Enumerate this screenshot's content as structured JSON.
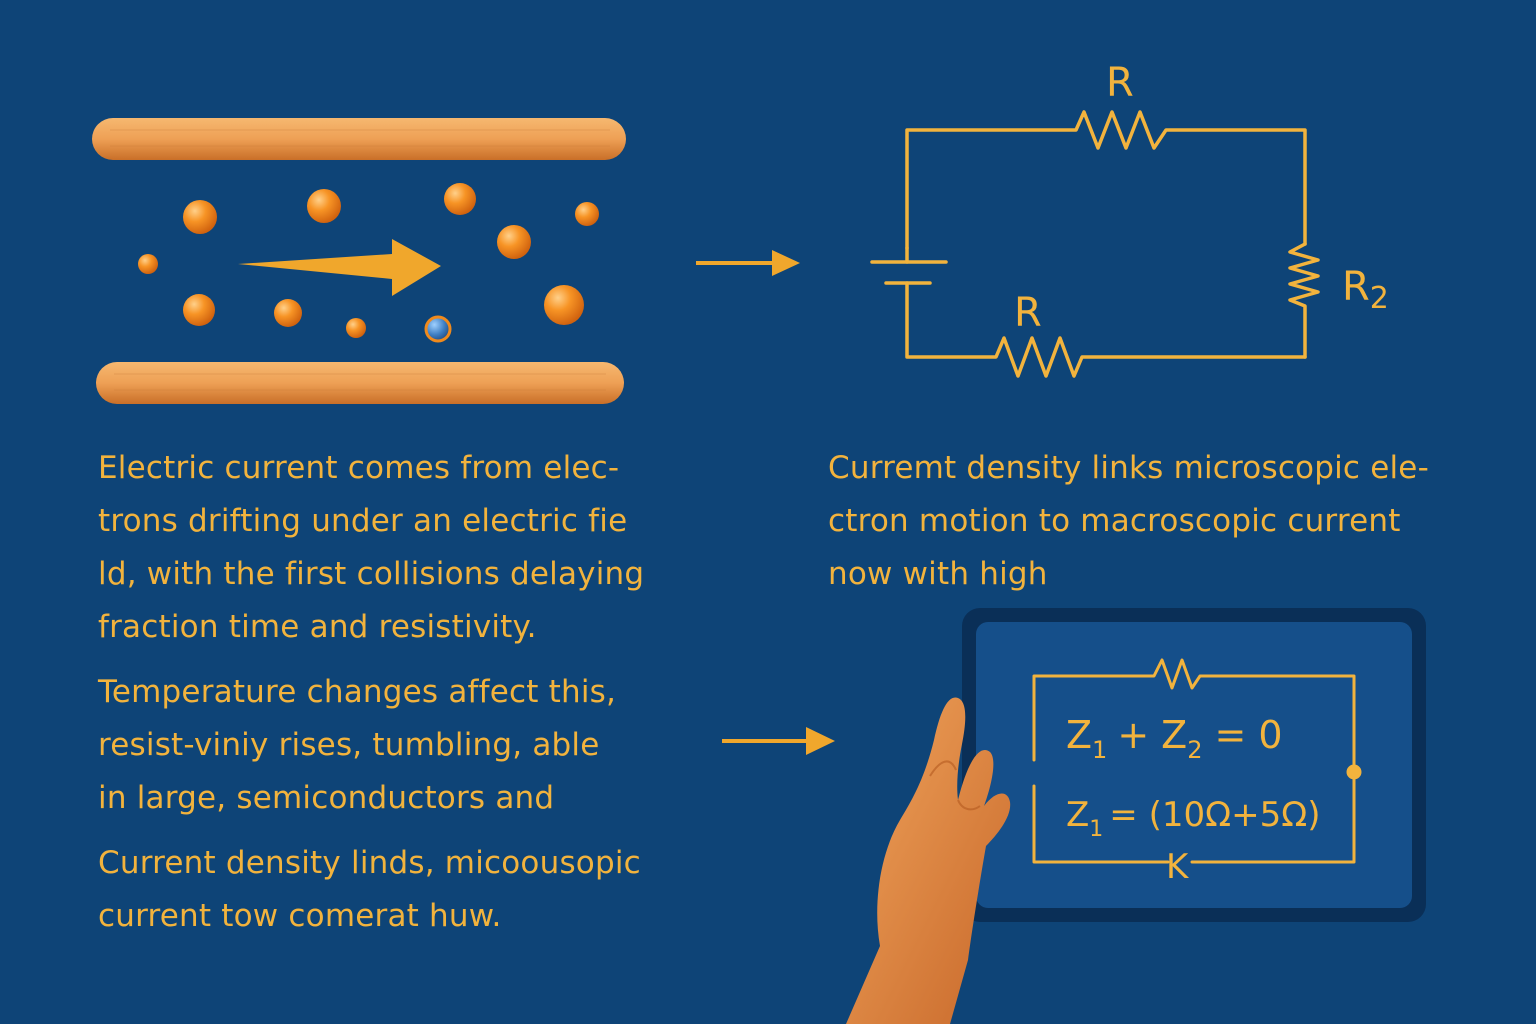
{
  "left_text": {
    "para1": [
      "Electric current comes from elec-",
      "trons drifting under an electric fie",
      "ld, with the first collisions delaying",
      "fraction time and resistivity."
    ],
    "para2": [
      "Temperature changes affect this,",
      "resist-viniy rises, tumbling, able",
      "in large, semiconductors and"
    ],
    "para3": [
      "Current density linds, micoousopic",
      "current tow comerat huw."
    ]
  },
  "right_text": {
    "para1": [
      "Curremt density links microscopic ele-",
      "ctron motion to macroscopic current",
      "now with high"
    ]
  },
  "circuit": {
    "top_resistor_label": "R",
    "right_resistor_label": "R",
    "right_resistor_sub": "2",
    "bottom_resistor_label": "R"
  },
  "tablet": {
    "eq1": {
      "z1": "Z",
      "sub1": "1",
      "plus": "+",
      "z2": "Z",
      "sub2": "2",
      "rest": "= 0"
    },
    "eq2": {
      "z1": "Z",
      "sub1": "1",
      "rest": "= (10Ω+5Ω)"
    },
    "bottom_label": "K"
  },
  "colors": {
    "background": "#0e4477",
    "accent": "#f2b33d",
    "electron": "#f08a1c",
    "hole": "#4a8fd8",
    "skin": "#d9843f"
  }
}
